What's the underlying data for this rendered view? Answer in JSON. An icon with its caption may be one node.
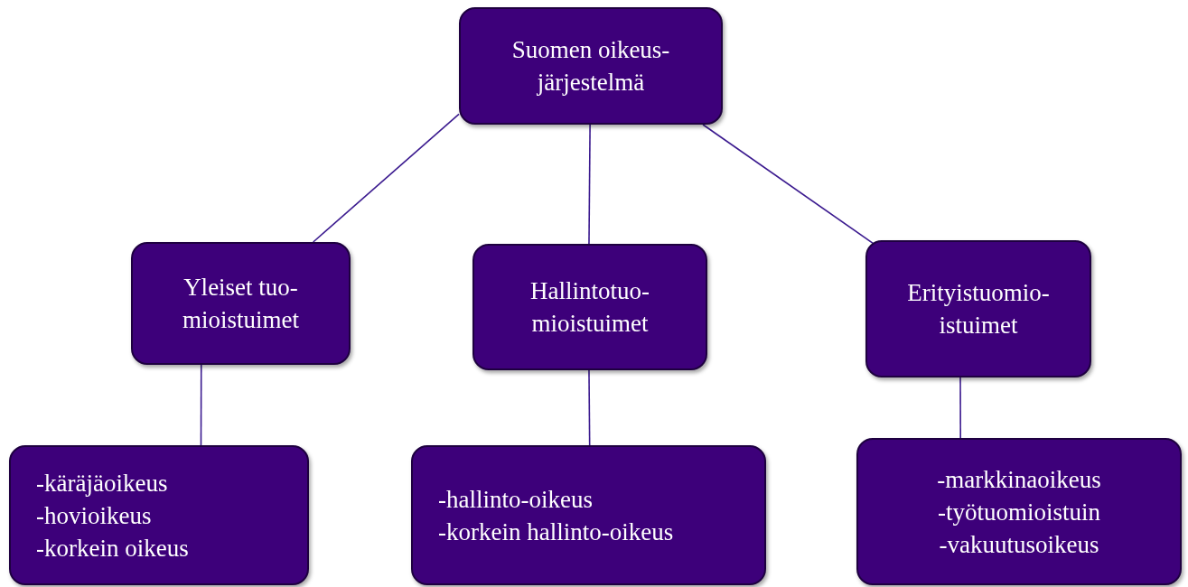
{
  "diagram": {
    "nodes": [
      {
        "text": [
          "Suomen oikeus- järjestelmä"
        ]
      },
      {
        "text": [
          "Yleiset tuo- mioistuimet"
        ]
      },
      {
        "text": [
          "Hallintotuo- mioistuimet"
        ]
      },
      {
        "text": [
          "Erityistuomio- istuimet"
        ]
      },
      {
        "text": [
          "-käräjäoikeus",
          "-hovioikeus",
          "-korkein oikeus"
        ]
      },
      {
        "text": [
          "-hallinto-oikeus",
          "-korkein hallinto-oikeus"
        ]
      },
      {
        "text": [
          "-markkinaoikeus",
          "-työtuomioistuin",
          "-vakuutusoikeus"
        ]
      }
    ],
    "edges": [
      {
        "from": 0,
        "to": 1,
        "arrow": "none"
      },
      {
        "from": 0,
        "to": 2,
        "arrow": "none"
      },
      {
        "from": 0,
        "to": 3,
        "arrow": "none"
      },
      {
        "from": 1,
        "to": 4,
        "arrow": "none"
      },
      {
        "from": 2,
        "to": 5,
        "arrow": "none"
      },
      {
        "from": 3,
        "to": 6,
        "arrow": "none"
      }
    ]
  }
}
